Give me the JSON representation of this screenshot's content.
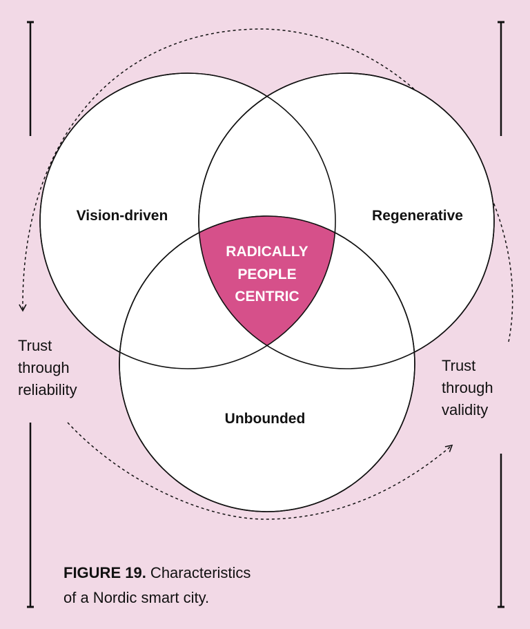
{
  "diagram": {
    "circles": [
      {
        "label": "Vision-driven"
      },
      {
        "label": "Regenerative"
      },
      {
        "label": "Unbounded"
      }
    ],
    "center_lines": [
      "RADICALLY",
      "PEOPLE",
      "CENTRIC"
    ],
    "left_lines": [
      "Trust",
      "through",
      "reliability"
    ],
    "right_lines": [
      "Trust",
      "through",
      "validity"
    ]
  },
  "caption": {
    "figure_label": "FIGURE 19.",
    "text_line1": " Characteristics",
    "text_line2": "of a Nordic smart city."
  },
  "colors": {
    "background": "#f2d9e6",
    "center_fill": "#d6508a",
    "circle_fill": "#ffffff",
    "stroke": "#111111"
  }
}
